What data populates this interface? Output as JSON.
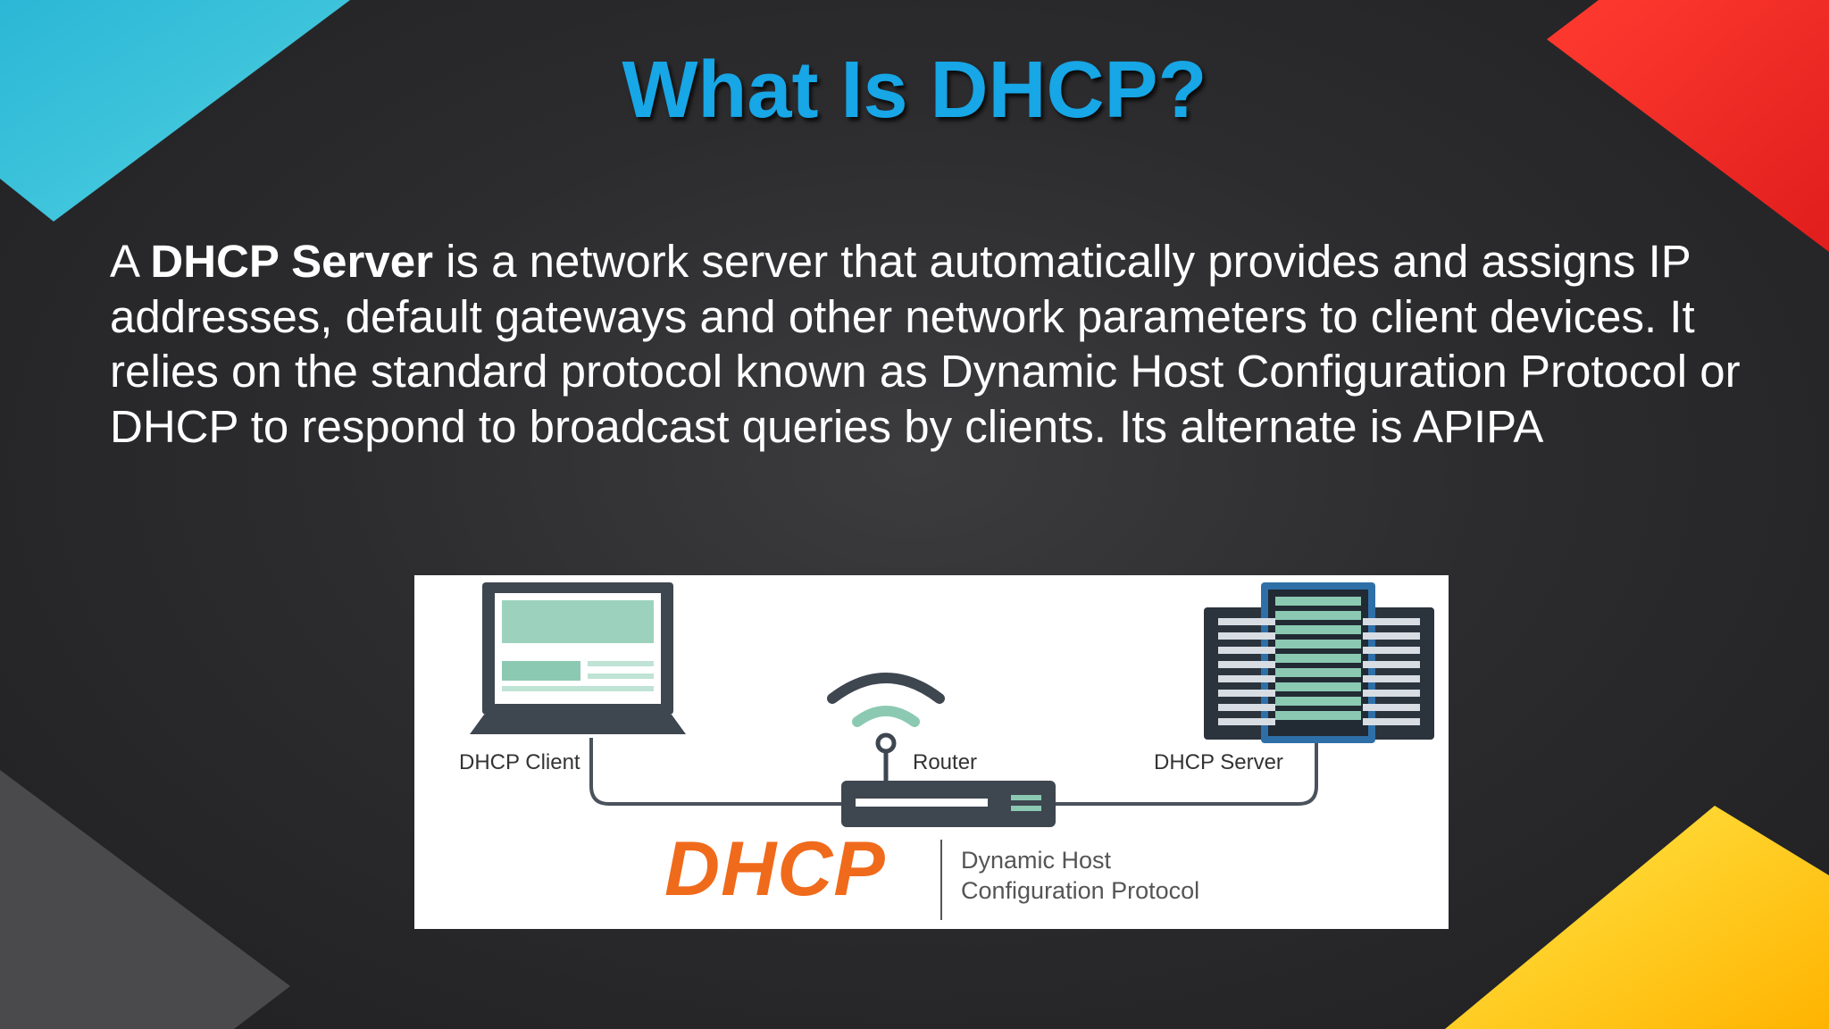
{
  "slide": {
    "title": "What Is DHCP?",
    "paragraph": {
      "lead": "A ",
      "term": "DHCP Server",
      "rest": " is a network server that automatically provides and assigns IP addresses, default gateways and other network parameters to client devices. It relies on the standard protocol known as Dynamic Host Configuration Protocol or DHCP to respond to broadcast queries by clients. Its alternate is APIPA"
    }
  },
  "figure": {
    "client_label": "DHCP Client",
    "router_label": "Router",
    "server_label": "DHCP Server",
    "logo_text": "DHCP",
    "logo_subtitle_line1": "Dynamic Host",
    "logo_subtitle_line2": "Configuration Protocol"
  },
  "colors": {
    "title": "#17a6e6",
    "logo_orange": "#f06a1b",
    "accent_teal": "#8cc9b2",
    "device_dark": "#3e4650",
    "server_blue": "#2e6fa8"
  }
}
